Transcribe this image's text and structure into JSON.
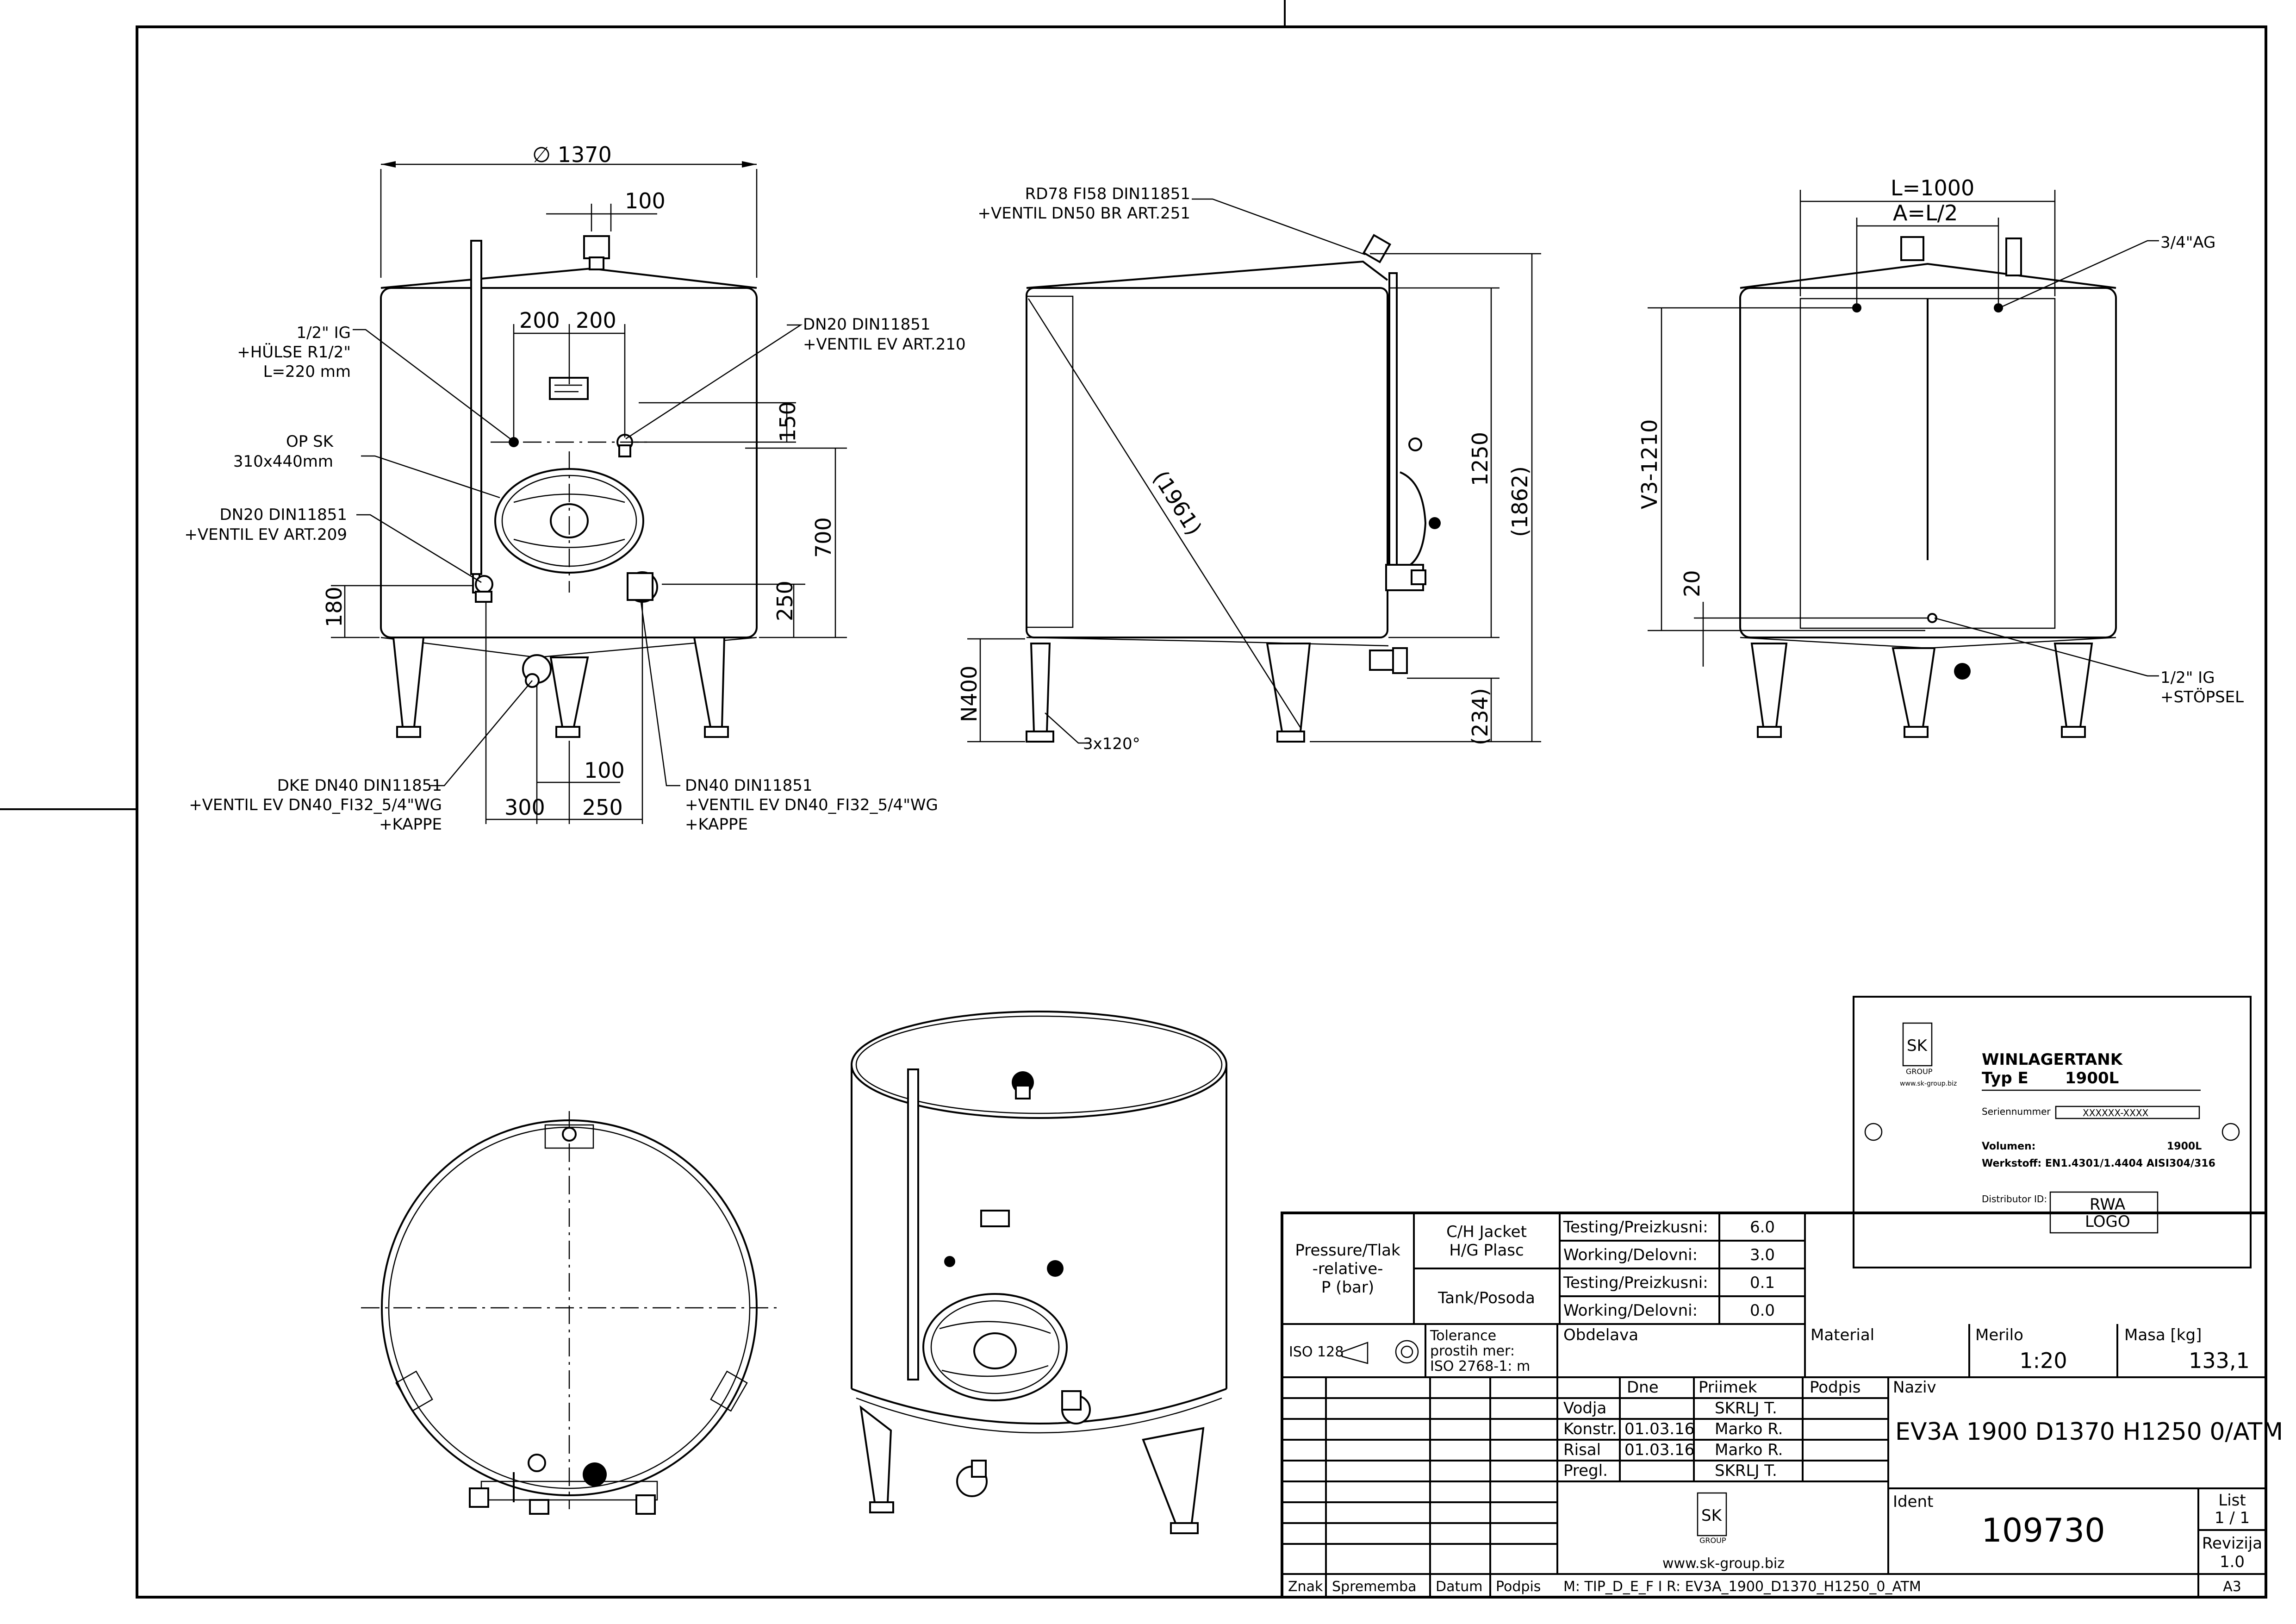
{
  "views": {
    "front": {
      "dims": {
        "diameter": "∅ 1370",
        "top_100": "100",
        "d200_left": "200",
        "d200_right": "200",
        "d150": "150",
        "d700": "700",
        "d250_right": "250",
        "d180": "180",
        "bottom_100": "100",
        "d300": "300",
        "d250_bottom": "250"
      },
      "callouts": {
        "c1_l1": "1/2\" IG",
        "c1_l2": "+HÜLSE R1/2\"",
        "c1_l3": "L=220 mm",
        "c2_l1": "OP SK",
        "c2_l2": "310x440mm",
        "c3_l1": "DN20 DIN11851",
        "c3_l2": "+VENTIL EV ART.209",
        "c4_l1": "DN20 DIN11851",
        "c4_l2": "+VENTIL EV ART.210",
        "c5_l1": "DKE DN40 DIN11851",
        "c5_l2": "+VENTIL EV DN40_FI32_5/4\"WG",
        "c5_l3": "+KAPPE",
        "c6_l1": "DN40 DIN11851",
        "c6_l2": "+VENTIL EV DN40_FI32_5/4\"WG",
        "c6_l3": "+KAPPE"
      }
    },
    "side": {
      "dims": {
        "d1250": "1250",
        "d1862": "(1862)",
        "d1961": "(1961)",
        "n400": "N400",
        "d234": "(234)",
        "legs": "3x120°"
      },
      "callouts": {
        "c1_l1": "RD78 FI58 DIN11851",
        "c1_l2": "+VENTIL DN50 BR ART.251"
      }
    },
    "rear": {
      "dims": {
        "l1000": "L=1000",
        "al2": "A=L/2",
        "v3": "V3-1210",
        "d20": "20"
      },
      "callouts": {
        "c1": "3/4\"AG",
        "c2_l1": "1/2\" IG",
        "c2_l2": "+STÖPSEL"
      }
    }
  },
  "nameplate": {
    "logo": "SK",
    "logo_sub": "GROUP",
    "logo_url": "www.sk-group.biz",
    "title_l1": "WINLAGERTANK",
    "title_l2": "Typ E",
    "title_vol": "1900L",
    "serial_label": "Seriennummer",
    "serial_value": "XXXXXX-XXXX",
    "volume_label": "Volumen:",
    "volume_value": "1900L",
    "material_label": "Werkstoff: EN1.4301/1.4404  AISI304/316",
    "distributor_label": "Distributor ID:",
    "distributor_l1": "RWA",
    "distributor_l2": "LOGO"
  },
  "title_block": {
    "pressure_l1": "Pressure/Tlak",
    "pressure_l2": "-relative-",
    "pressure_l3": "P (bar)",
    "jacket_l1": "C/H Jacket",
    "jacket_l2": "H/G Plasc",
    "tank": "Tank/Posoda",
    "rows": [
      {
        "label": "Testing/Preizkusni:",
        "value": "6.0"
      },
      {
        "label": "Working/Delovni:",
        "value": "3.0"
      },
      {
        "label": "Testing/Preizkusni:",
        "value": "0.1"
      },
      {
        "label": "Working/Delovni:",
        "value": "0.0"
      }
    ],
    "iso": "ISO 128",
    "tolerance_l1": "Tolerance",
    "tolerance_l2": "prostih mer:",
    "tolerance_l3": "ISO 2768-1: m",
    "obdelava": "Obdelava",
    "material": "Material",
    "merilo_label": "Merilo",
    "merilo_value": "1:20",
    "masa_label": "Masa [kg]",
    "masa_value": "133,1",
    "dne": "Dne",
    "priimek": "Priimek",
    "podpis": "Podpis",
    "naziv_label": "Naziv",
    "naziv_value": "EV3A 1900 D1370 H1250 0/ATM",
    "people": [
      {
        "role": "Vodja",
        "date": "",
        "name": "SKRLJ T."
      },
      {
        "role": "Konstr.",
        "date": "01.03.16",
        "name": "Marko R."
      },
      {
        "role": "Risal",
        "date": "01.03.16",
        "name": "Marko R."
      },
      {
        "role": "Pregl.",
        "date": "",
        "name": "SKRLJ T."
      }
    ],
    "ident_label": "Ident",
    "ident_value": "109730",
    "list_label": "List",
    "list_value": "1 / 1",
    "revizija_label": "Revizija",
    "revizija_value": "1.0",
    "znak": "Znak",
    "sprememba": "Sprememba",
    "datum": "Datum",
    "podpis2": "Podpis",
    "file_path": "M: TIP_D_E_F I R: EV3A_1900_D1370_H1250_0_ATM",
    "format": "A3",
    "company_logo": "SK",
    "company_logo_sub": "GROUP",
    "company_url": "www.sk-group.biz"
  }
}
